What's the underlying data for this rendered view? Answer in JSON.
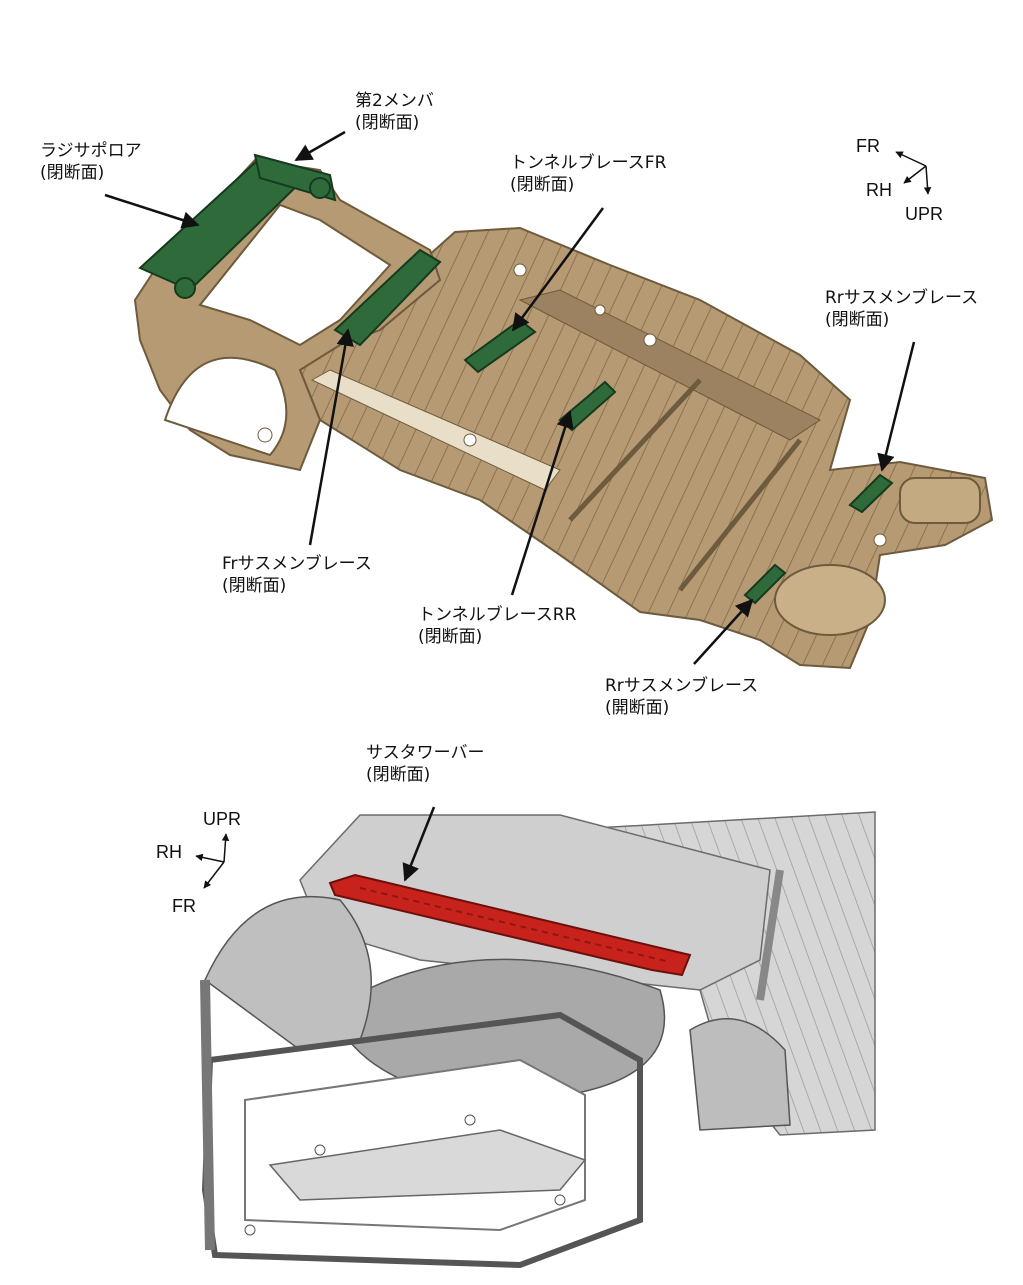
{
  "figure_top": {
    "labels": [
      {
        "id": "rajisapo",
        "line1": "ラジサポロア",
        "line2": "(閉断面)"
      },
      {
        "id": "dai2",
        "line1": "第2メンバ",
        "line2": "(閉断面)"
      },
      {
        "id": "tunnel_fr",
        "line1": "トンネルブレースFR",
        "line2": "(閉断面)"
      },
      {
        "id": "rr_sus_top",
        "line1": "Rrサスメンブレース",
        "line2": "(閉断面)"
      },
      {
        "id": "fr_sus",
        "line1": "Frサスメンブレース",
        "line2": "(閉断面)"
      },
      {
        "id": "tunnel_rr",
        "line1": "トンネルブレースRR",
        "line2": "(閉断面)"
      },
      {
        "id": "rr_sus_bottom",
        "line1": "Rrサスメンブレース",
        "line2": "(開断面)"
      }
    ],
    "axes": {
      "fr": "FR",
      "rh": "RH",
      "upr": "UPR"
    }
  },
  "figure_bottom": {
    "labels": [
      {
        "id": "sustower",
        "line1": "サスタワーバー",
        "line2": "(閉断面)"
      }
    ],
    "axes": {
      "upr": "UPR",
      "rh": "RH",
      "fr": "FR"
    }
  },
  "colors": {
    "body_tan": "#b59a73",
    "body_dark": "#7d6646",
    "highlight_green": "#2f6b3a",
    "highlight_red": "#c8221c",
    "frame_gray": "#c9c9c9"
  }
}
